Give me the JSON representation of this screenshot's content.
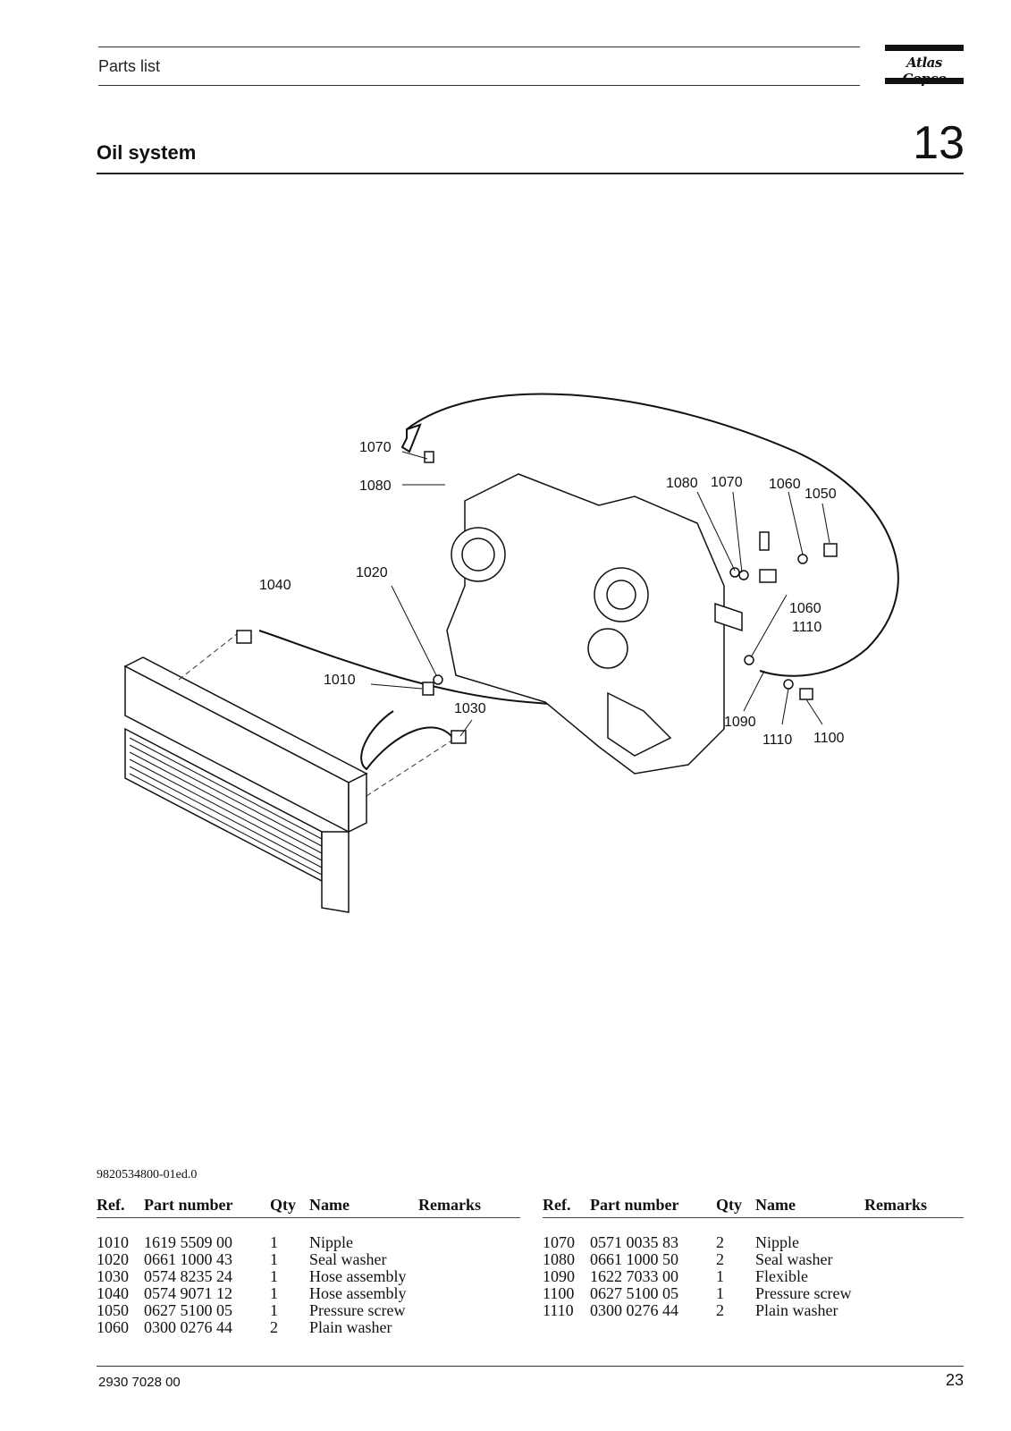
{
  "header": {
    "title": "Parts list",
    "logo_text": "Atlas Copco"
  },
  "section": {
    "title": "Oil system",
    "chapter": "13"
  },
  "drawing_labels": [
    "1070",
    "1080",
    "1020",
    "1040",
    "1010",
    "1030",
    "1080",
    "1070",
    "1060",
    "1050",
    "1060",
    "1110",
    "1090",
    "1110",
    "1100"
  ],
  "doc_code": "9820534800-01ed.0",
  "table_headers": {
    "ref": "Ref.",
    "part_number": "Part number",
    "qty": "Qty",
    "name": "Name",
    "remarks": "Remarks"
  },
  "parts_left": [
    {
      "ref": "1010",
      "part": "1619 5509 00",
      "qty": "1",
      "name": "Nipple",
      "remarks": ""
    },
    {
      "ref": "1020",
      "part": "0661 1000 43",
      "qty": "1",
      "name": "Seal washer",
      "remarks": ""
    },
    {
      "ref": "1030",
      "part": "0574 8235 24",
      "qty": "1",
      "name": "Hose assembly",
      "remarks": ""
    },
    {
      "ref": "1040",
      "part": "0574 9071 12",
      "qty": "1",
      "name": "Hose assembly",
      "remarks": ""
    },
    {
      "ref": "1050",
      "part": "0627 5100 05",
      "qty": "1",
      "name": "Pressure screw",
      "remarks": ""
    },
    {
      "ref": "1060",
      "part": "0300 0276 44",
      "qty": "2",
      "name": "Plain washer",
      "remarks": ""
    }
  ],
  "parts_right": [
    {
      "ref": "1070",
      "part": "0571 0035 83",
      "qty": "2",
      "name": "Nipple",
      "remarks": ""
    },
    {
      "ref": "1080",
      "part": "0661 1000 50",
      "qty": "2",
      "name": "Seal washer",
      "remarks": ""
    },
    {
      "ref": "1090",
      "part": "1622 7033 00",
      "qty": "1",
      "name": "Flexible",
      "remarks": ""
    },
    {
      "ref": "1100",
      "part": "0627 5100 05",
      "qty": "1",
      "name": "Pressure screw",
      "remarks": ""
    },
    {
      "ref": "1110",
      "part": "0300 0276 44",
      "qty": "2",
      "name": "Plain washer",
      "remarks": ""
    }
  ],
  "footer": {
    "code": "2930 7028 00",
    "page": "23"
  }
}
